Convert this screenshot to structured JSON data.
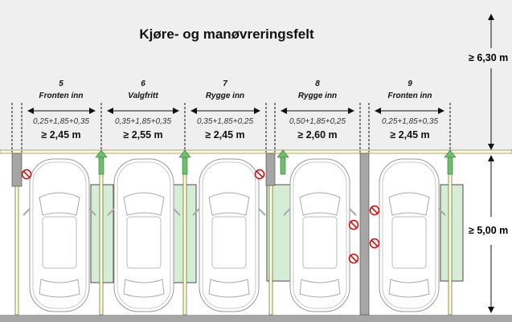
{
  "title": "Kjøre- og manøvreringsfelt",
  "dimensions": {
    "aisle_depth": "≥ 6,30 m",
    "space_length": "≥ 5,00 m"
  },
  "spaces": [
    {
      "number": "5",
      "type": "Fronten inn",
      "formula": "0,25+1,85+0,35",
      "min_width": "≥ 2,45 m"
    },
    {
      "number": "6",
      "type": "Valgfritt",
      "formula": "0,35+1,85+0,35",
      "min_width": "≥ 2,55 m"
    },
    {
      "number": "7",
      "type": "Rygge inn",
      "formula": "0,35+1,85+0,25",
      "min_width": "≥ 2,45 m"
    },
    {
      "number": "8",
      "type": "Rygge inn",
      "formula": "0,50+1,85+0,25",
      "min_width": "≥ 2,60 m"
    },
    {
      "number": "9",
      "type": "Fronten inn",
      "formula": "0,25+1,85+0,35",
      "min_width": "≥ 2,45 m"
    }
  ],
  "colors": {
    "aisle": "#efefef",
    "pillar": "#a6a6a6",
    "green_zone": "#d4edd4",
    "arrow": "#6cbf6c",
    "line": "#ffffc8",
    "no_entry": "#e00000"
  }
}
